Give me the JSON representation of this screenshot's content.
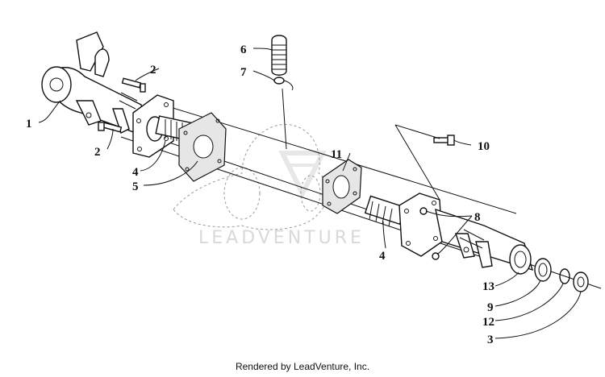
{
  "diagram": {
    "callouts": {
      "c1": "1",
      "c2a": "2",
      "c2b": "2",
      "c3": "3",
      "c4a": "4",
      "c4b": "4",
      "c5": "5",
      "c6": "6",
      "c7": "7",
      "c8": "8",
      "c9": "9",
      "c10": "10",
      "c11": "11",
      "c12": "12",
      "c13": "13"
    },
    "watermark": "LEADVENTURE"
  },
  "footer": {
    "credit": "Rendered by LeadVenture, Inc."
  }
}
